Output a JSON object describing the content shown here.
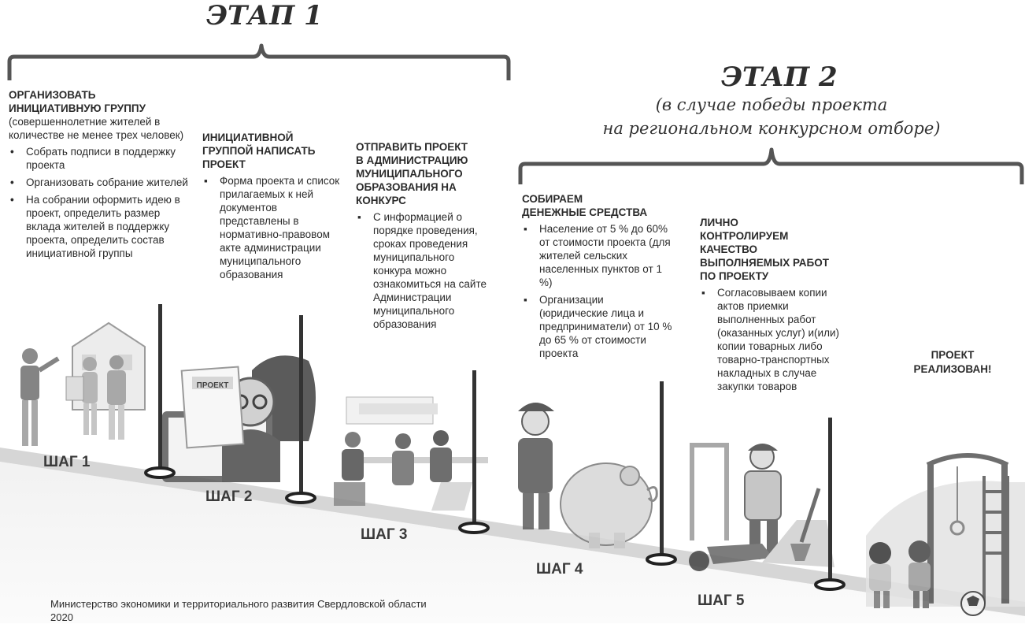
{
  "stage1": {
    "title": "ЭТАП 1"
  },
  "stage2": {
    "title": "ЭТАП 2",
    "subtitle_line1": "(в случае победы проекта",
    "subtitle_line2": "на региональном конкурсном отборе)"
  },
  "steps": [
    {
      "label": "ШАГ 1",
      "heading_lines": [
        "ОРГАНИЗОВАТЬ",
        "ИНИЦИАТИВНУЮ ГРУППУ"
      ],
      "subheading": "(совершеннолетние жителей в количестве не менее трех человек)",
      "bullet_char": "•",
      "bullets": [
        "Собрать подписи в поддержку проекта",
        "Организовать собрание жителей",
        "На собрании оформить идею в проект, определить размер вклада жителей в поддержку проекта, определить состав инициативной группы"
      ]
    },
    {
      "label": "ШАГ 2",
      "heading_lines": [
        "ИНИЦИАТИВНОЙ",
        "ГРУППОЙ НАПИСАТЬ",
        "ПРОЕКТ"
      ],
      "bullet_char": "▪",
      "bullets": [
        "Форма проекта и список прилагаемых к ней документов представлены в нормативно-правовом акте администрации муниципального образования"
      ],
      "illustration_label": "ПРОЕКТ"
    },
    {
      "label": "ШАГ 3",
      "heading_lines": [
        "ОТПРАВИТЬ ПРОЕКТ",
        "В АДМИНИСТРАЦИЮ",
        "МУНИЦИПАЛЬНОГО",
        "ОБРАЗОВАНИЯ НА",
        "КОНКУРС"
      ],
      "bullet_char": "▪",
      "bullets": [
        "С информацией о порядке проведения, сроках проведения муниципального конкура можно ознакомиться на сайте Администрации муниципального образования"
      ]
    },
    {
      "label": "ШАГ 4",
      "heading_lines": [
        "СОБИРАЕМ",
        "ДЕНЕЖНЫЕ СРЕДСТВА"
      ],
      "bullet_char": "▪",
      "bullets": [
        "Население от 5 % до 60% от стоимости проекта (для жителей сельских населенных пунктов от 1 %)",
        "Организации (юридические лица и предприниматели) от 10 % до 65 % от стоимости проекта"
      ]
    },
    {
      "label": "ШАГ 5",
      "heading_lines": [
        "ЛИЧНО",
        "КОНТРОЛИРУЕМ",
        "КАЧЕСТВО",
        "ВЫПОЛНЯЕМЫХ РАБОТ",
        "ПО ПРОЕКТУ"
      ],
      "bullet_char": "▪",
      "bullets": [
        "Согласовываем копии актов приемки выполненных работ (оказанных услуг) и(или) копии товарных либо товарно-транспортных накладных в случае закупки товаров"
      ]
    }
  ],
  "final": {
    "line1": "ПРОЕКТ",
    "line2": "РЕАЛИЗОВАН!"
  },
  "footer": {
    "line1": "Министерство экономики и территориального развития Свердловской области",
    "line2": "2020"
  }
}
